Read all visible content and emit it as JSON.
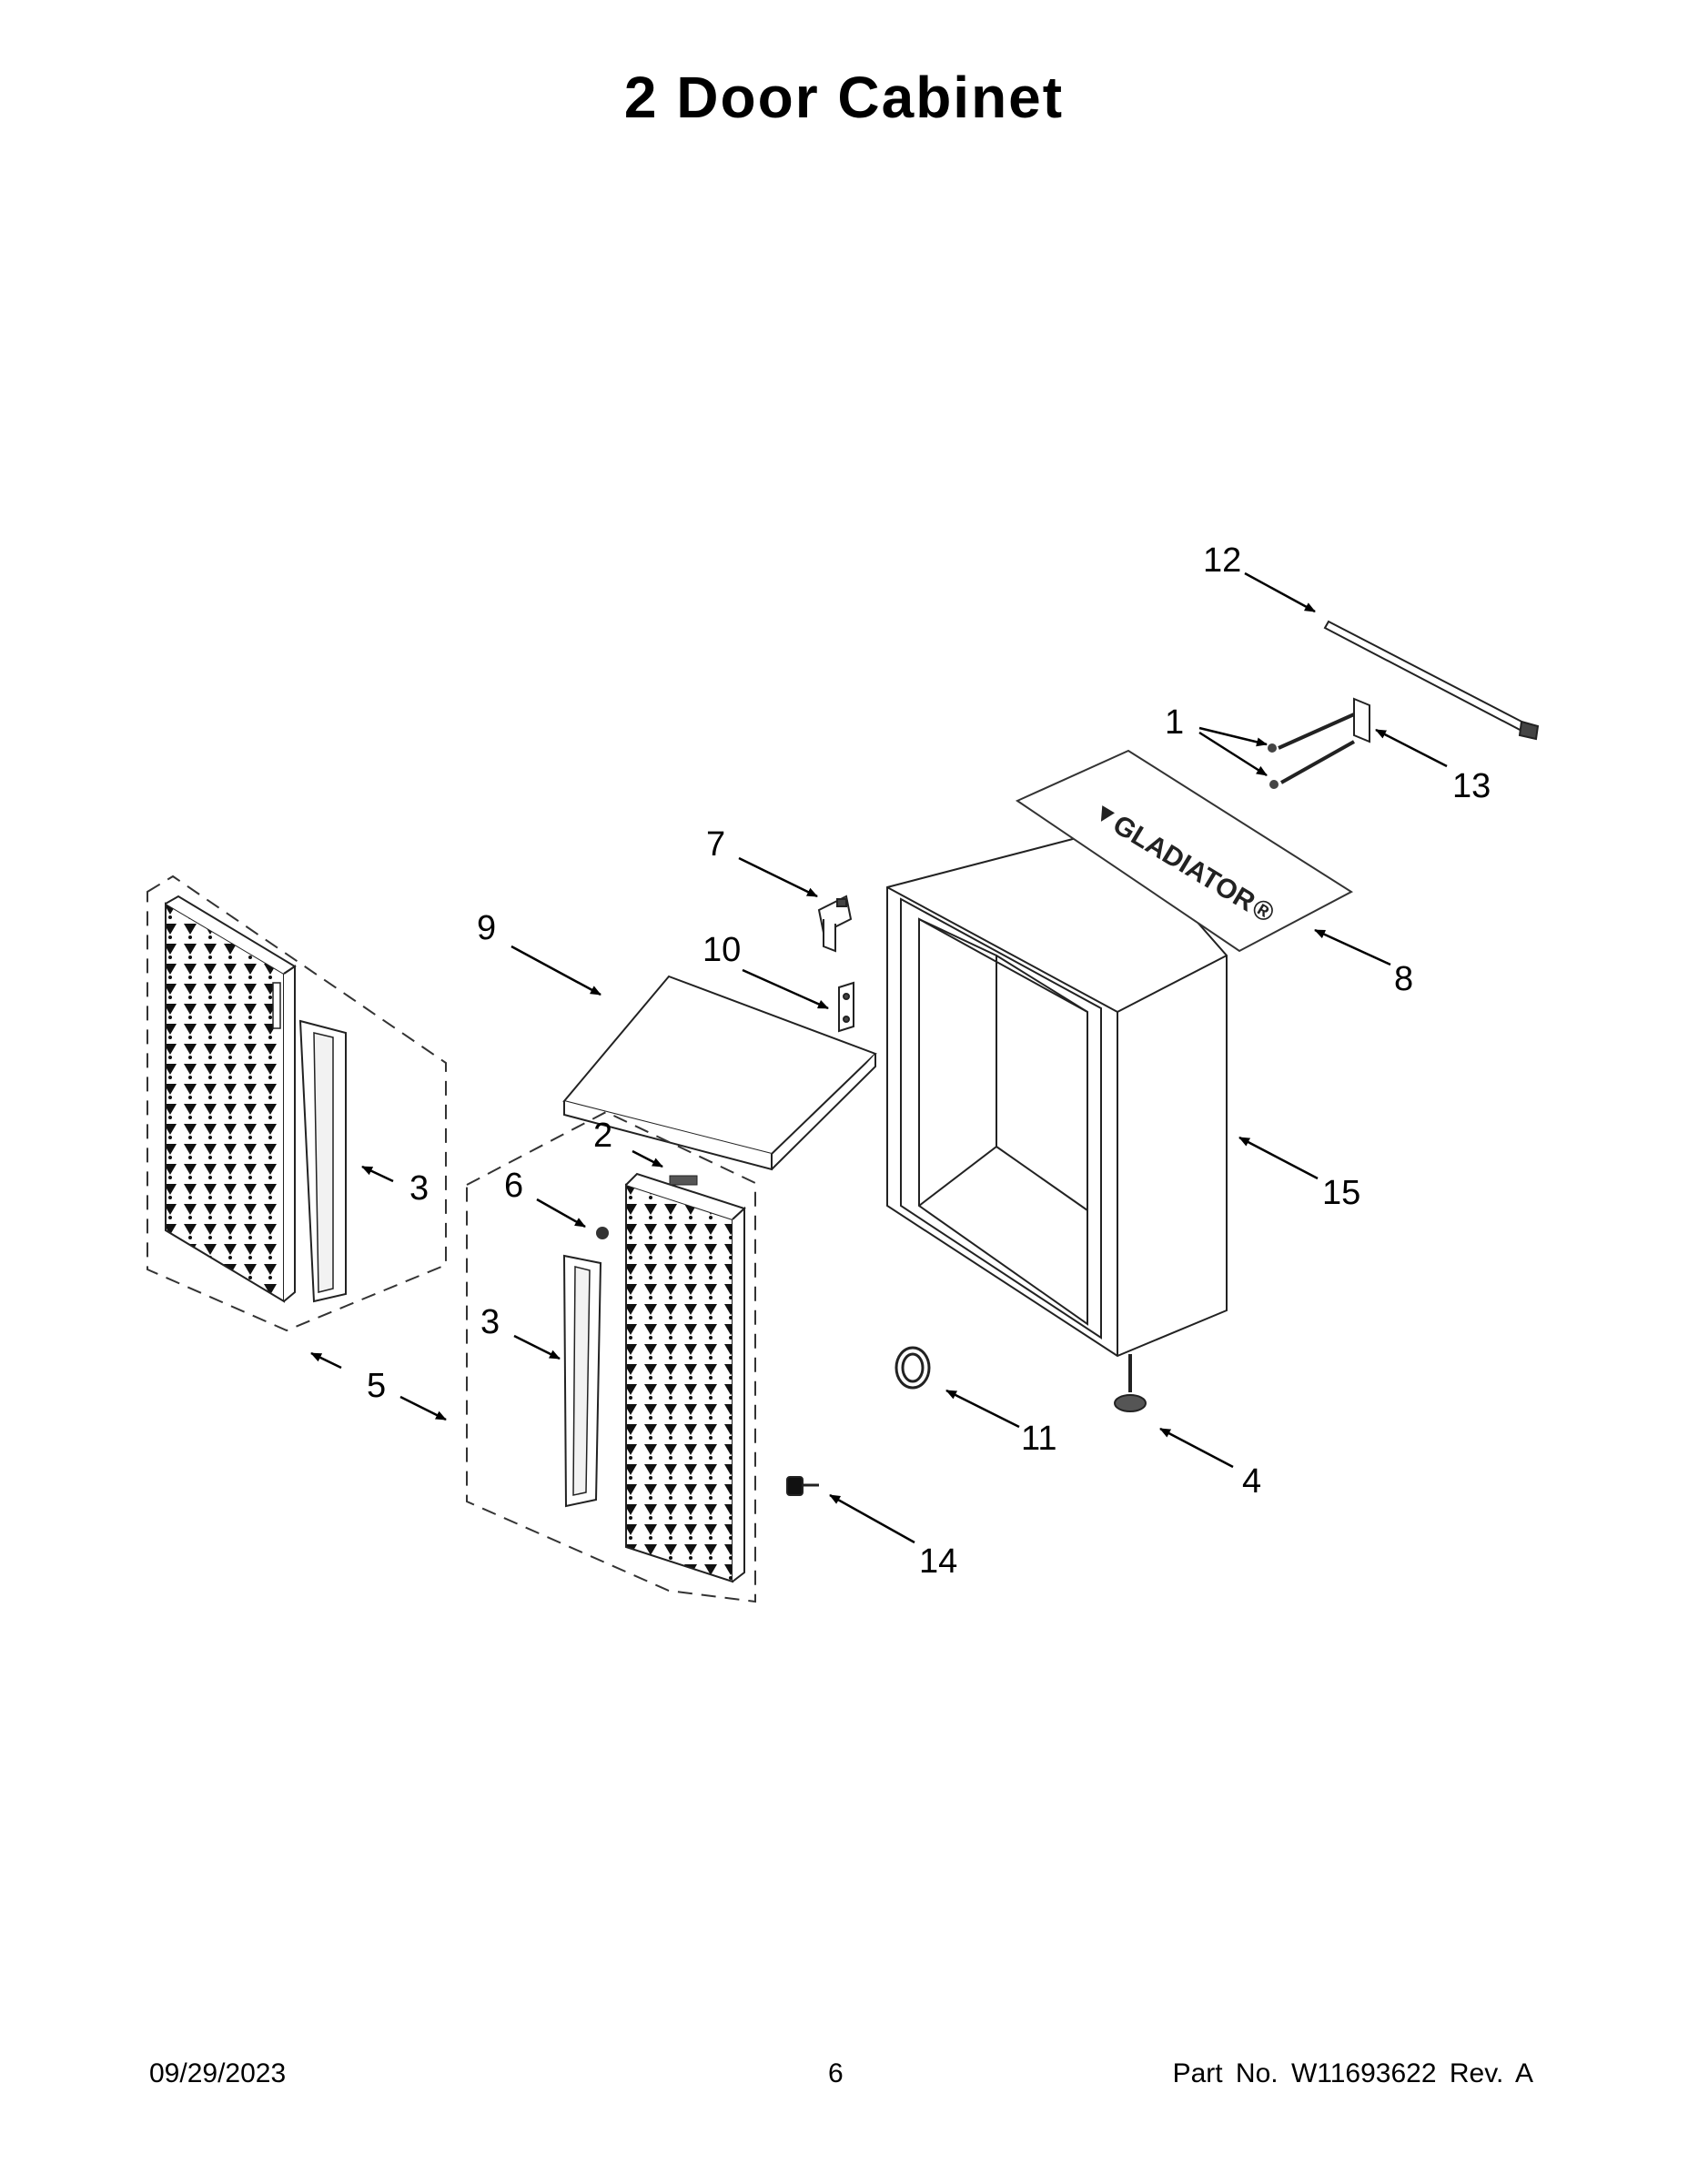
{
  "page": {
    "title": "2 Door Cabinet",
    "date": "09/29/2023",
    "page_number": "6",
    "part_info": "Part No.  W11693622  Rev.  A"
  },
  "brand_logo": "GLADIATOR",
  "brand_mark": "®",
  "callouts": {
    "c1": "1",
    "c2": "2",
    "c3a": "3",
    "c3b": "3",
    "c4": "4",
    "c5": "5",
    "c6": "6",
    "c7": "7",
    "c8": "8",
    "c9": "9",
    "c10": "10",
    "c11": "11",
    "c12": "12",
    "c13": "13",
    "c14": "14",
    "c15": "15"
  }
}
